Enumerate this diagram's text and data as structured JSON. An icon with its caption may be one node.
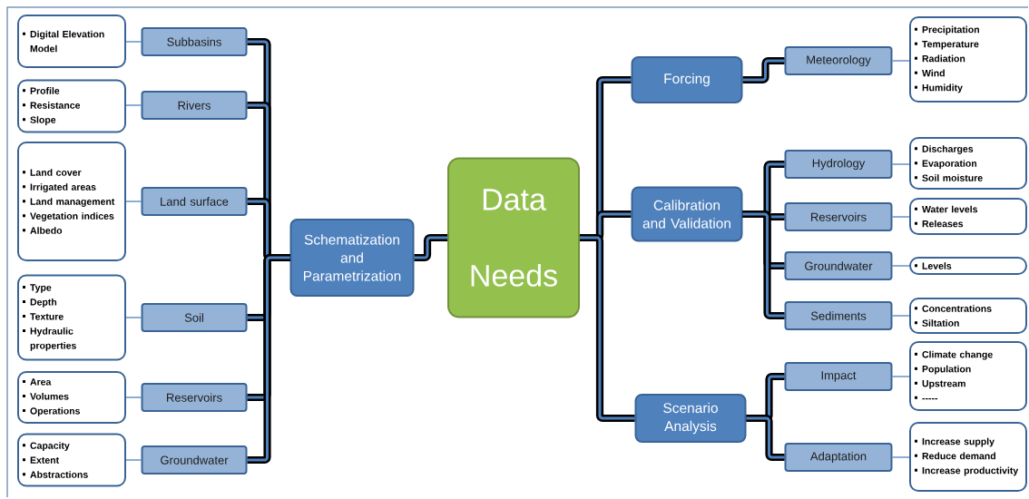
{
  "diagram": {
    "nodes": [
      {
        "text": [
          "Data Needs"
        ]
      },
      {
        "text": [
          "Schematization and Parametrization"
        ]
      },
      {
        "text": [
          "Subbasins"
        ]
      },
      {
        "text": [
          "Rivers"
        ]
      },
      {
        "text": [
          "Land surface"
        ]
      },
      {
        "text": [
          "Soil"
        ]
      },
      {
        "text": [
          "Reservoirs"
        ]
      },
      {
        "text": [
          "Groundwater"
        ]
      },
      {
        "text": [
          "Digital Elevation Model"
        ]
      },
      {
        "text": [
          "Profile",
          "Resistance",
          "Slope"
        ]
      },
      {
        "text": [
          "Land cover",
          "Irrigated areas",
          "Land management",
          "Vegetation indices",
          "Albedo"
        ]
      },
      {
        "text": [
          "Type",
          "Depth",
          "Texture",
          "Hydraulic properties"
        ]
      },
      {
        "text": [
          "Area",
          "Volumes",
          "Operations"
        ]
      },
      {
        "text": [
          "Capacity",
          "Extent",
          "Abstractions"
        ]
      },
      {
        "text": [
          "Forcing"
        ]
      },
      {
        "text": [
          "Calibration and Validation"
        ]
      },
      {
        "text": [
          "Scenario Analysis"
        ]
      },
      {
        "text": [
          "Meteorology"
        ]
      },
      {
        "text": [
          "Hydrology"
        ]
      },
      {
        "text": [
          "Reservoirs"
        ]
      },
      {
        "text": [
          "Groundwater"
        ]
      },
      {
        "text": [
          "Sediments"
        ]
      },
      {
        "text": [
          "Impact"
        ]
      },
      {
        "text": [
          "Adaptation"
        ]
      },
      {
        "text": [
          "Precipitation",
          "Temperature",
          "Radiation",
          "Wind",
          "Humidity"
        ]
      },
      {
        "text": [
          "Discharges",
          "Evaporation",
          "Soil moisture"
        ]
      },
      {
        "text": [
          "Water levels",
          "Releases"
        ]
      },
      {
        "text": [
          "Levels"
        ]
      },
      {
        "text": [
          "Concentrations",
          "Siltation"
        ]
      },
      {
        "text": [
          "Climate change",
          "Population",
          "Upstream",
          "-----"
        ]
      },
      {
        "text": [
          "Increase supply",
          "Reduce demand",
          "Increase productivity"
        ]
      }
    ],
    "edges": [
      {
        "from": 0,
        "to": 1,
        "arrow": "none"
      },
      {
        "from": 1,
        "to": 2,
        "arrow": "none"
      },
      {
        "from": 1,
        "to": 3,
        "arrow": "none"
      },
      {
        "from": 1,
        "to": 4,
        "arrow": "none"
      },
      {
        "from": 1,
        "to": 5,
        "arrow": "none"
      },
      {
        "from": 1,
        "to": 6,
        "arrow": "none"
      },
      {
        "from": 1,
        "to": 7,
        "arrow": "none"
      },
      {
        "from": 2,
        "to": 8,
        "arrow": "none",
        "color": "#4f81bd"
      },
      {
        "from": 3,
        "to": 9,
        "arrow": "none",
        "color": "#4f81bd"
      },
      {
        "from": 4,
        "to": 10,
        "arrow": "none",
        "color": "#4f81bd"
      },
      {
        "from": 5,
        "to": 11,
        "arrow": "none",
        "color": "#4f81bd"
      },
      {
        "from": 6,
        "to": 12,
        "arrow": "none",
        "color": "#4f81bd"
      },
      {
        "from": 7,
        "to": 13,
        "arrow": "none",
        "color": "#4f81bd"
      },
      {
        "from": 0,
        "to": 14,
        "arrow": "none"
      },
      {
        "from": 0,
        "to": 15,
        "arrow": "none"
      },
      {
        "from": 0,
        "to": 16,
        "arrow": "none"
      },
      {
        "from": 14,
        "to": 17,
        "arrow": "none"
      },
      {
        "from": 15,
        "to": 18,
        "arrow": "none"
      },
      {
        "from": 15,
        "to": 19,
        "arrow": "none"
      },
      {
        "from": 15,
        "to": 20,
        "arrow": "none"
      },
      {
        "from": 15,
        "to": 21,
        "arrow": "none"
      },
      {
        "from": 16,
        "to": 22,
        "arrow": "none"
      },
      {
        "from": 16,
        "to": 23,
        "arrow": "none"
      },
      {
        "from": 17,
        "to": 24,
        "arrow": "none",
        "color": "#4f81bd"
      },
      {
        "from": 18,
        "to": 25,
        "arrow": "none",
        "color": "#4f81bd"
      },
      {
        "from": 19,
        "to": 26,
        "arrow": "none",
        "color": "#4f81bd"
      },
      {
        "from": 20,
        "to": 27,
        "arrow": "none",
        "color": "#4f81bd"
      },
      {
        "from": 21,
        "to": 28,
        "arrow": "none",
        "color": "#4f81bd"
      },
      {
        "from": 22,
        "to": 29,
        "arrow": "none",
        "color": "#4f81bd"
      },
      {
        "from": 23,
        "to": 30,
        "arrow": "none",
        "color": "#4f81bd"
      }
    ]
  }
}
